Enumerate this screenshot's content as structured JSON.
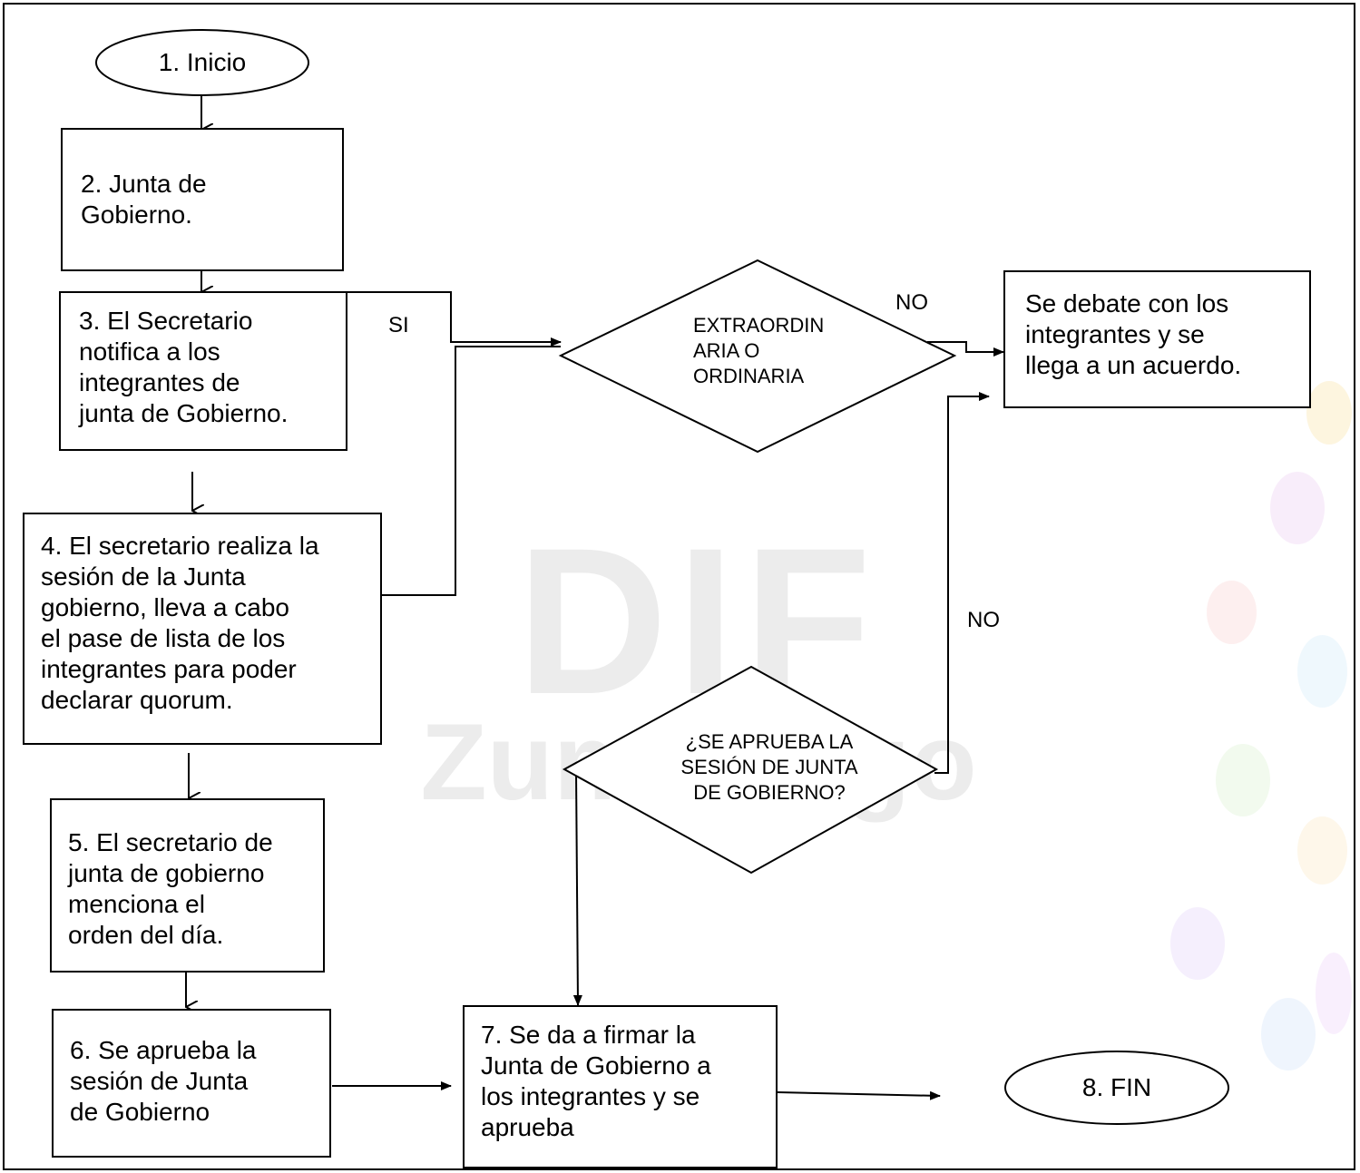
{
  "nodes": {
    "inicio": "1. Inicio",
    "junta": "2. Junta de\nGobierno.",
    "notifica": "3. El Secretario\nnotifica a los\nintegrantes de\njunta de Gobierno.",
    "sesion": "4. El secretario realiza la\nsesión  de la Junta\ngobierno, lleva a cabo\nel pase de lista de los\nintegrantes para poder\ndeclarar quorum.",
    "orden": "5. El secretario de\njunta de gobierno\nmenciona el\norden del día.",
    "aprueba": "6. Se aprueba la\nsesión de Junta\nde Gobierno",
    "firma": "7. Se da a firmar la\nJunta de Gobierno a\nlos integrantes y se\naprueba",
    "fin": "8. FIN",
    "debate": "Se debate con los\nintegrantes y se\nllega a un acuerdo.",
    "decision_tipo": "EXTRAORDIN\nARIA O\nORDINARIA",
    "decision_aprueba": "¿SE APRUEBA LA\nSESIÓN DE JUNTA\nDE GOBIERNO?"
  },
  "edge_labels": {
    "si": "SI",
    "no_top": "NO",
    "no_right": "NO"
  },
  "watermark": {
    "line1": "DIF",
    "line2": "Zumpango"
  }
}
